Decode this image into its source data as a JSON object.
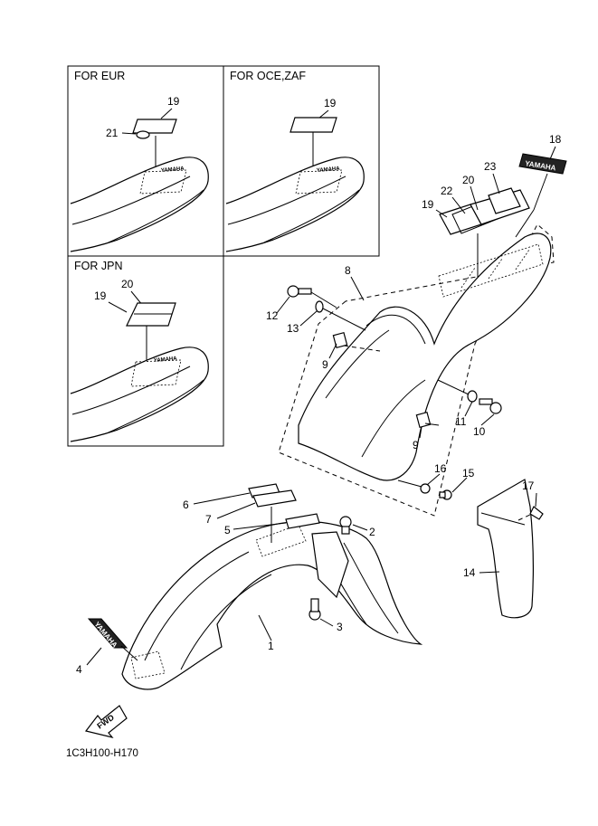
{
  "boxes": {
    "eur": {
      "title": "FOR EUR",
      "labels": [
        "19",
        "21"
      ]
    },
    "oce": {
      "title": "FOR OCE,ZAF",
      "labels": [
        "19"
      ]
    },
    "jpn": {
      "title": "FOR JPN",
      "labels": [
        "20",
        "19"
      ]
    }
  },
  "callouts": {
    "c1": "1",
    "c2": "2",
    "c3": "3",
    "c4": "4",
    "c5": "5",
    "c6": "6",
    "c7": "7",
    "c8": "8",
    "c9a": "9",
    "c9b": "9",
    "c10": "10",
    "c11": "11",
    "c12": "12",
    "c13": "13",
    "c14": "14",
    "c15": "15",
    "c16": "16",
    "c17": "17",
    "c18": "18",
    "c19": "19",
    "c20": "20",
    "c22": "22",
    "c23": "23"
  },
  "decal_text": "YAMAHA",
  "fwd_text": "FWD",
  "diagram_code": "1C3H100-H170"
}
